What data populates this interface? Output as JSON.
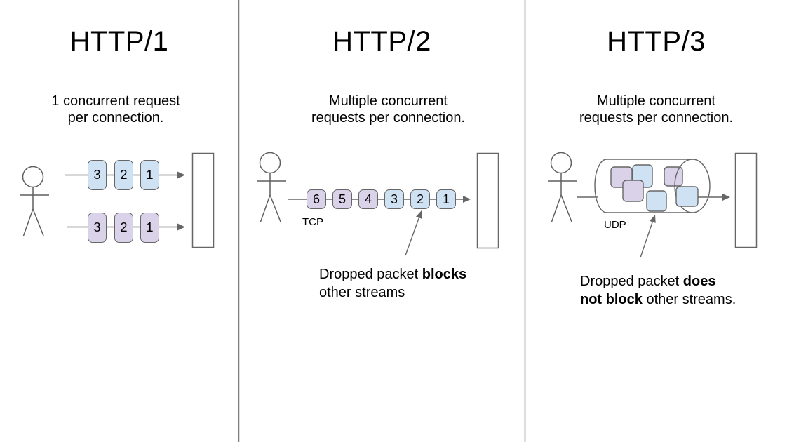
{
  "colors": {
    "packet_blue": "#cfe2f3",
    "packet_purple": "#d9d2e9",
    "line_gray": "#666666",
    "divider_gray": "#7d7d7d",
    "text": "#000000",
    "background": "#ffffff"
  },
  "panels": [
    {
      "title": "HTTP/1",
      "subtitle": "1 concurrent request\nper connection.",
      "rows": [
        {
          "packets": [
            "3",
            "2",
            "1"
          ]
        },
        {
          "packets": [
            "3",
            "2",
            "1"
          ]
        }
      ]
    },
    {
      "title": "HTTP/2",
      "subtitle": "Multiple concurrent\nrequests per connection.",
      "protocol_label": "TCP",
      "packets": [
        "6",
        "5",
        "4",
        "3",
        "2",
        "1"
      ],
      "note": {
        "pre": "Dropped packet ",
        "bold": "blocks",
        "post": "\nother streams"
      }
    },
    {
      "title": "HTTP/3",
      "subtitle": "Multiple concurrent\nrequests per connection.",
      "protocol_label": "UDP",
      "note": {
        "pre": "Dropped packet ",
        "bold": "does\nnot block",
        "post": " other streams."
      }
    }
  ]
}
